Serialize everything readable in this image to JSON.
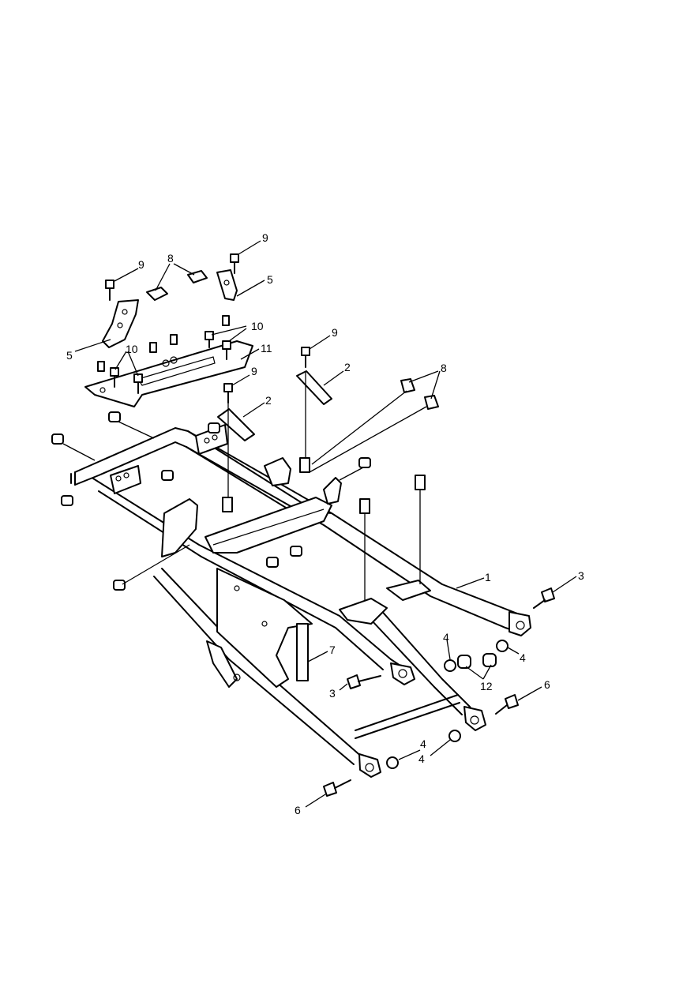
{
  "callouts": {
    "c1": "1",
    "c2a": "2",
    "c2b": "2",
    "c3a": "3",
    "c3b": "3",
    "c4a": "4",
    "c4b": "4",
    "c4c": "4",
    "c4d": "4",
    "c5a": "5",
    "c5b": "5",
    "c6a": "6",
    "c6b": "6",
    "c7": "7",
    "c8a": "8",
    "c8b": "8",
    "c9a": "9",
    "c9b": "9",
    "c9c": "9",
    "c9d": "9",
    "c10a": "10",
    "c10b": "10",
    "c11": "11",
    "c12": "12"
  }
}
